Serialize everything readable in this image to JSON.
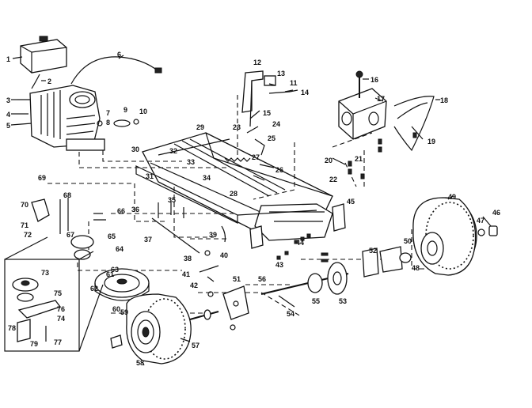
{
  "diagram": {
    "callouts": [
      {
        "id": "c1",
        "t": "1"
      },
      {
        "id": "c2",
        "t": "2"
      },
      {
        "id": "c3",
        "t": "3"
      },
      {
        "id": "c4",
        "t": "4"
      },
      {
        "id": "c5",
        "t": "5"
      },
      {
        "id": "c6",
        "t": "6"
      },
      {
        "id": "c7",
        "t": "7"
      },
      {
        "id": "c8",
        "t": "8"
      },
      {
        "id": "c9",
        "t": "9"
      },
      {
        "id": "c10",
        "t": "10"
      },
      {
        "id": "c11",
        "t": "11"
      },
      {
        "id": "c12",
        "t": "12"
      },
      {
        "id": "c13",
        "t": "13"
      },
      {
        "id": "c14",
        "t": "14"
      },
      {
        "id": "c15",
        "t": "15"
      },
      {
        "id": "c16",
        "t": "16"
      },
      {
        "id": "c17",
        "t": "17"
      },
      {
        "id": "c18",
        "t": "18"
      },
      {
        "id": "c19",
        "t": "19"
      },
      {
        "id": "c20",
        "t": "20"
      },
      {
        "id": "c21",
        "t": "21"
      },
      {
        "id": "c22",
        "t": "22"
      },
      {
        "id": "c23",
        "t": "23"
      },
      {
        "id": "c24",
        "t": "24"
      },
      {
        "id": "c25",
        "t": "25"
      },
      {
        "id": "c26",
        "t": "26"
      },
      {
        "id": "c27",
        "t": "27"
      },
      {
        "id": "c28",
        "t": "28"
      },
      {
        "id": "c29",
        "t": "29"
      },
      {
        "id": "c30",
        "t": "30"
      },
      {
        "id": "c31",
        "t": "31"
      },
      {
        "id": "c32",
        "t": "32"
      },
      {
        "id": "c33",
        "t": "33"
      },
      {
        "id": "c34",
        "t": "34"
      },
      {
        "id": "c35",
        "t": "35"
      },
      {
        "id": "c36",
        "t": "36"
      },
      {
        "id": "c37",
        "t": "37"
      },
      {
        "id": "c38",
        "t": "38"
      },
      {
        "id": "c39",
        "t": "39"
      },
      {
        "id": "c40",
        "t": "40"
      },
      {
        "id": "c41",
        "t": "41"
      },
      {
        "id": "c42",
        "t": "42"
      },
      {
        "id": "c43",
        "t": "43"
      },
      {
        "id": "c44",
        "t": "44"
      },
      {
        "id": "c45",
        "t": "45"
      },
      {
        "id": "c46",
        "t": "46"
      },
      {
        "id": "c47",
        "t": "47"
      },
      {
        "id": "c48",
        "t": "48"
      },
      {
        "id": "c49",
        "t": "49"
      },
      {
        "id": "c50",
        "t": "50"
      },
      {
        "id": "c51",
        "t": "51"
      },
      {
        "id": "c52",
        "t": "52"
      },
      {
        "id": "c53",
        "t": "53"
      },
      {
        "id": "c54",
        "t": "54"
      },
      {
        "id": "c55",
        "t": "55"
      },
      {
        "id": "c56",
        "t": "56"
      },
      {
        "id": "c57",
        "t": "57"
      },
      {
        "id": "c58",
        "t": "58"
      },
      {
        "id": "c59",
        "t": "59"
      },
      {
        "id": "c60",
        "t": "60"
      },
      {
        "id": "c61",
        "t": "61"
      },
      {
        "id": "c62",
        "t": "62"
      },
      {
        "id": "c63",
        "t": "63"
      },
      {
        "id": "c64",
        "t": "64"
      },
      {
        "id": "c65",
        "t": "65"
      },
      {
        "id": "c66",
        "t": "66"
      },
      {
        "id": "c67",
        "t": "67"
      },
      {
        "id": "c68",
        "t": "68"
      },
      {
        "id": "c69",
        "t": "69"
      },
      {
        "id": "c70",
        "t": "70"
      },
      {
        "id": "c71",
        "t": "71"
      },
      {
        "id": "c72",
        "t": "72"
      },
      {
        "id": "c73",
        "t": "73"
      },
      {
        "id": "c74",
        "t": "74"
      },
      {
        "id": "c75",
        "t": "75"
      },
      {
        "id": "c76",
        "t": "76"
      },
      {
        "id": "c77",
        "t": "77"
      },
      {
        "id": "c78",
        "t": "78"
      },
      {
        "id": "c79",
        "t": "79"
      }
    ]
  }
}
